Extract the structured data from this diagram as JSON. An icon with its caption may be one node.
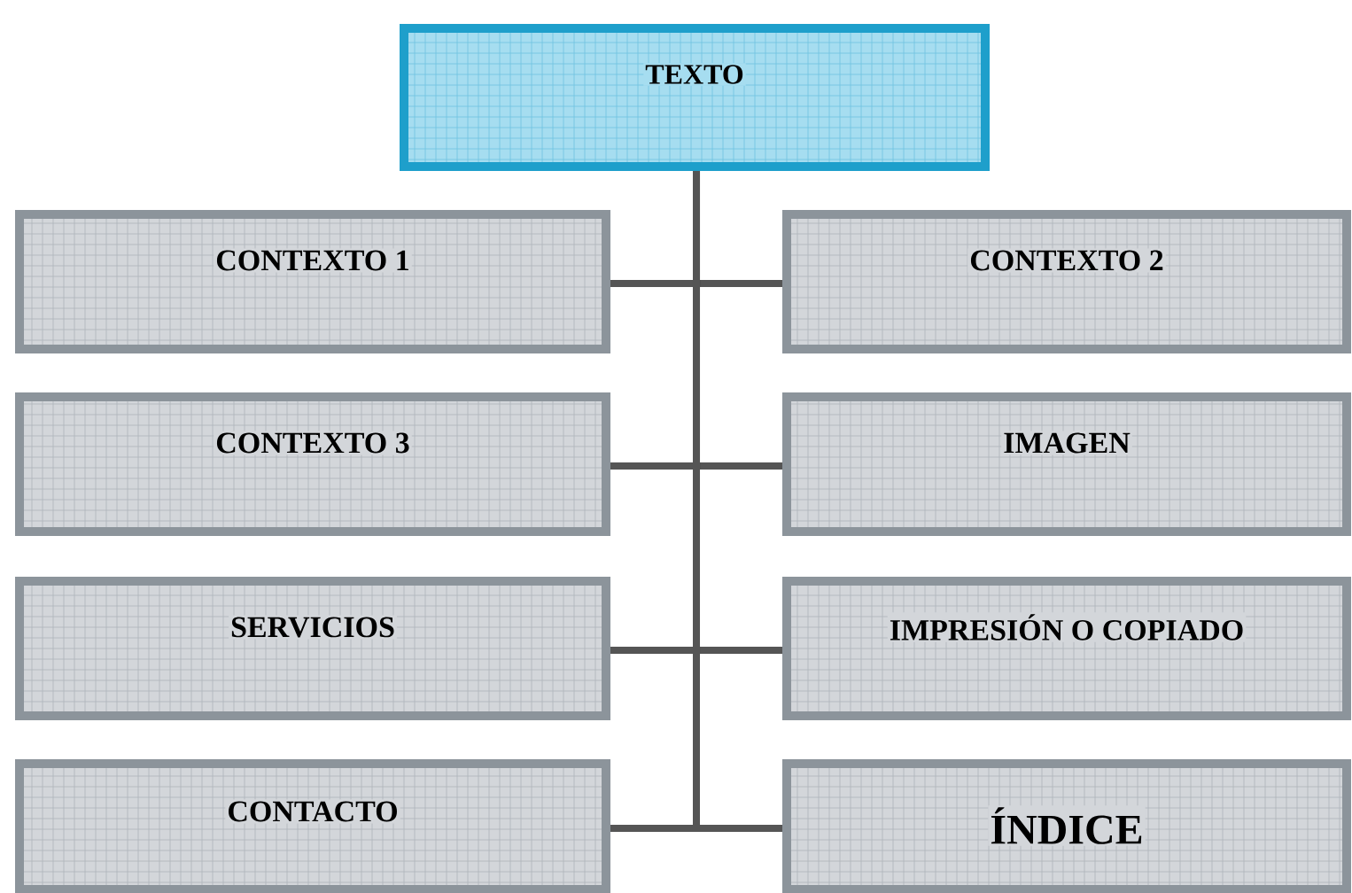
{
  "diagram": {
    "nodes": [
      {
        "text": [
          "TEXTO"
        ]
      },
      {
        "text": [
          "CONTEXTO 1"
        ]
      },
      {
        "text": [
          "CONTEXTO 2"
        ]
      },
      {
        "text": [
          "CONTEXTO 3"
        ]
      },
      {
        "text": [
          "IMAGEN"
        ]
      },
      {
        "text": [
          "SERVICIOS"
        ]
      },
      {
        "text": [
          "IMPRESIÓN O COPIADO"
        ]
      },
      {
        "text": [
          "CONTACTO"
        ]
      },
      {
        "text": [
          "ÍNDICE"
        ]
      }
    ],
    "edges": [
      {
        "from": 0,
        "to": 1,
        "arrow": "none"
      },
      {
        "from": 0,
        "to": 2,
        "arrow": "none"
      },
      {
        "from": 0,
        "to": 3,
        "arrow": "none"
      },
      {
        "from": 0,
        "to": 4,
        "arrow": "none"
      },
      {
        "from": 0,
        "to": 5,
        "arrow": "none"
      },
      {
        "from": 0,
        "to": 6,
        "arrow": "none"
      },
      {
        "from": 0,
        "to": 7,
        "arrow": "none"
      },
      {
        "from": 0,
        "to": 8,
        "arrow": "none"
      }
    ]
  }
}
